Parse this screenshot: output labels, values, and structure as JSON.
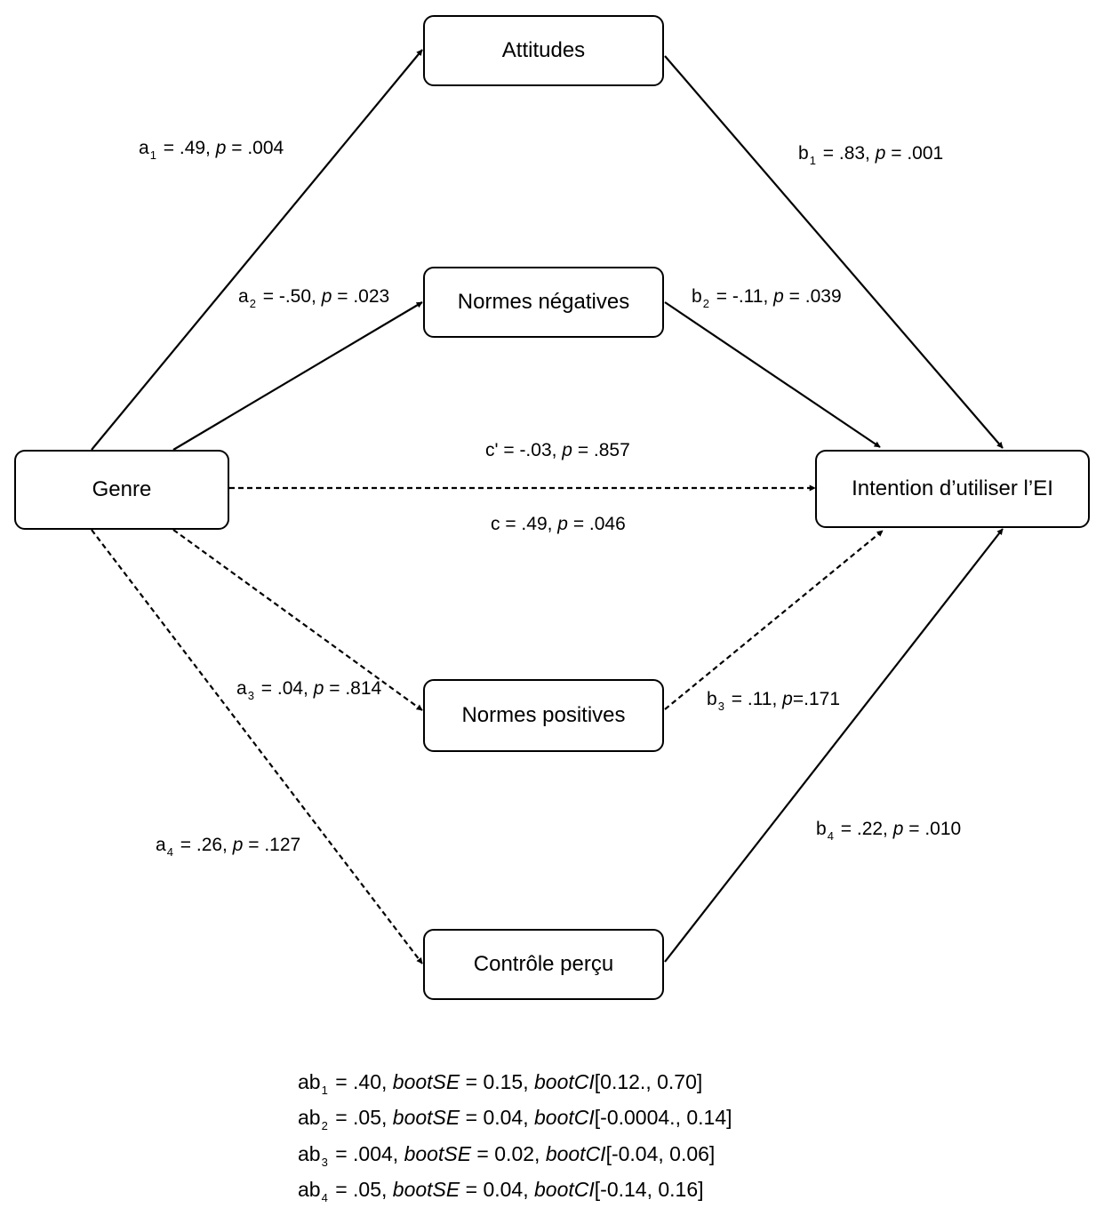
{
  "nodes": {
    "attitudes": "Attitudes",
    "normes_negatives": "Normes négatives",
    "genre": "Genre",
    "intention": "Intention d’utiliser l’EI",
    "normes_positives": "Normes positives",
    "controle": "Contrôle perçu"
  },
  "paths": {
    "a1": {
      "sym": "a",
      "sub": "1",
      "coef": " = .49, ",
      "p": "p",
      "pval": " = .004",
      "style": "solid"
    },
    "a2": {
      "sym": "a",
      "sub": "2",
      "coef": " = -.50, ",
      "p": "p",
      "pval": " = .023",
      "style": "solid"
    },
    "a3": {
      "sym": "a",
      "sub": "3",
      "coef": " = .04, ",
      "p": "p",
      "pval": " = .814",
      "style": "dashed"
    },
    "a4": {
      "sym": "a",
      "sub": "4",
      "coef": " = .26, ",
      "p": "p",
      "pval": " = .127",
      "style": "dashed"
    },
    "b1": {
      "sym": "b",
      "sub": "1",
      "coef": " = .83, ",
      "p": "p",
      "pval": " = .001",
      "style": "solid"
    },
    "b2": {
      "sym": "b",
      "sub": "2",
      "coef": " = -.11, ",
      "p": "p",
      "pval": " = .039",
      "style": "solid"
    },
    "b3": {
      "sym": "b",
      "sub": "3",
      "coef": " = .11, ",
      "p": "p",
      "pval": "=.171",
      "style": "dashed"
    },
    "b4": {
      "sym": "b",
      "sub": "4",
      "coef": " = .22, ",
      "p": "p",
      "pval": " = .010",
      "style": "solid"
    },
    "cprime": {
      "pre": "c' = -.03, ",
      "p": "p",
      "pval": " = .857",
      "style": "dashed"
    },
    "c": {
      "pre": "c = .49, ",
      "p": "p",
      "pval": " = .046"
    }
  },
  "indirect": [
    {
      "sym": "ab",
      "sub": "1",
      "v": " = .40, ",
      "se_l": "bootSE",
      "se": " = 0.15, ",
      "ci_l": "bootCI",
      "ci": "[0.12., 0.70]"
    },
    {
      "sym": "ab",
      "sub": "2",
      "v": " = .05, ",
      "se_l": "bootSE",
      "se": " = 0.04, ",
      "ci_l": "bootCI",
      "ci": "[-0.0004., 0.14]"
    },
    {
      "sym": "ab",
      "sub": "3",
      "v": " = .004, ",
      "se_l": "bootSE",
      "se": " = 0.02, ",
      "ci_l": "bootCI",
      "ci": "[-0.04, 0.06]"
    },
    {
      "sym": "ab",
      "sub": "4",
      "v": " = .05, ",
      "se_l": "bootSE",
      "se": " = 0.04, ",
      "ci_l": "bootCI",
      "ci": "[-0.14, 0.16]"
    }
  ]
}
